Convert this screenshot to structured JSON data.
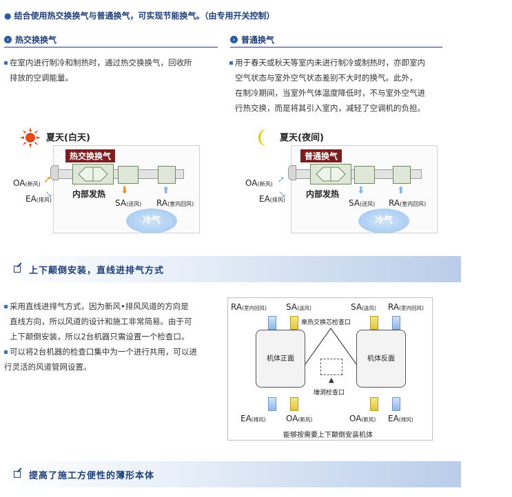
{
  "header": {
    "title": "结合使用热交换换气与普通换气，可实现节能换气。（由专用开关控制）"
  },
  "left": {
    "heading": "热交换换气",
    "lines": [
      "在室内进行制冷和制热时，通过热交换换气，回收所",
      "排放的空调能量。"
    ],
    "diagram": {
      "season": "夏天(白天)",
      "mode_label": "热交换换气",
      "inner_heat": "内部发热",
      "cold": "冷气",
      "oa": "OA",
      "oa_sub": "(新风)",
      "ea": "EA",
      "ea_sub": "(排风)",
      "sa": "SA",
      "sa_sub": "(送风)",
      "ra": "RA",
      "ra_sub": "(室内回风)"
    }
  },
  "right": {
    "heading": "普通换气",
    "lines": [
      "用于春天或秋天等室内未进行制冷或制热时，亦即室内",
      "空气状态与室外空气状态差别不大时的换气。此外，",
      "在制冷期间，当室外气体温度降低时，不与室外空气进",
      "行热交换，而是将其引入室内，减轻了空调机的负担。"
    ],
    "diagram": {
      "season": "夏天(夜间)",
      "mode_label": "普通换气",
      "inner_heat": "内部发热",
      "cold": "冷气",
      "oa": "OA",
      "oa_sub": "(新风)",
      "ea": "EA",
      "ea_sub": "(排风)",
      "sa": "SA",
      "sa_sub": "(送风)",
      "ra": "RA",
      "ra_sub": "(室内回风)"
    }
  },
  "section2": {
    "band_title": "上下颠倒安装，直线进排气方式",
    "lines": [
      "采用直线进排气方式，因为新风•排风风道的方向是",
      "直线方向，所以风道的设计和施工非常简易。由于可",
      "上下颠倒安装，所以2台机器只需设置一个检查口。",
      "可以将2台机器的检查口集中为一个进行共用，可以进",
      "行灵活的风道管网设置。"
    ],
    "diagram": {
      "ra": "RA",
      "ra_sub": "(室内回风)",
      "sa": "SA",
      "sa_sub": "(送风)",
      "ea": "EA",
      "ea_sub": "(排风)",
      "oa": "OA",
      "oa_sub": "(新风)",
      "core_port": "臬热交换芯检查口",
      "front": "机体正面",
      "back": "机体反面",
      "ceiling_port": "壕洞检查口",
      "caption": "能够按需要上下颠倒安装机体"
    }
  },
  "section3": {
    "band_title": "提高了施工方便性的薄形本体"
  },
  "colors": {
    "heading_blue": "#1f3f7a",
    "bullet_blue": "#3a6ec6",
    "label_red": "#7a1f1f",
    "band_blue": "#b9cde9"
  }
}
